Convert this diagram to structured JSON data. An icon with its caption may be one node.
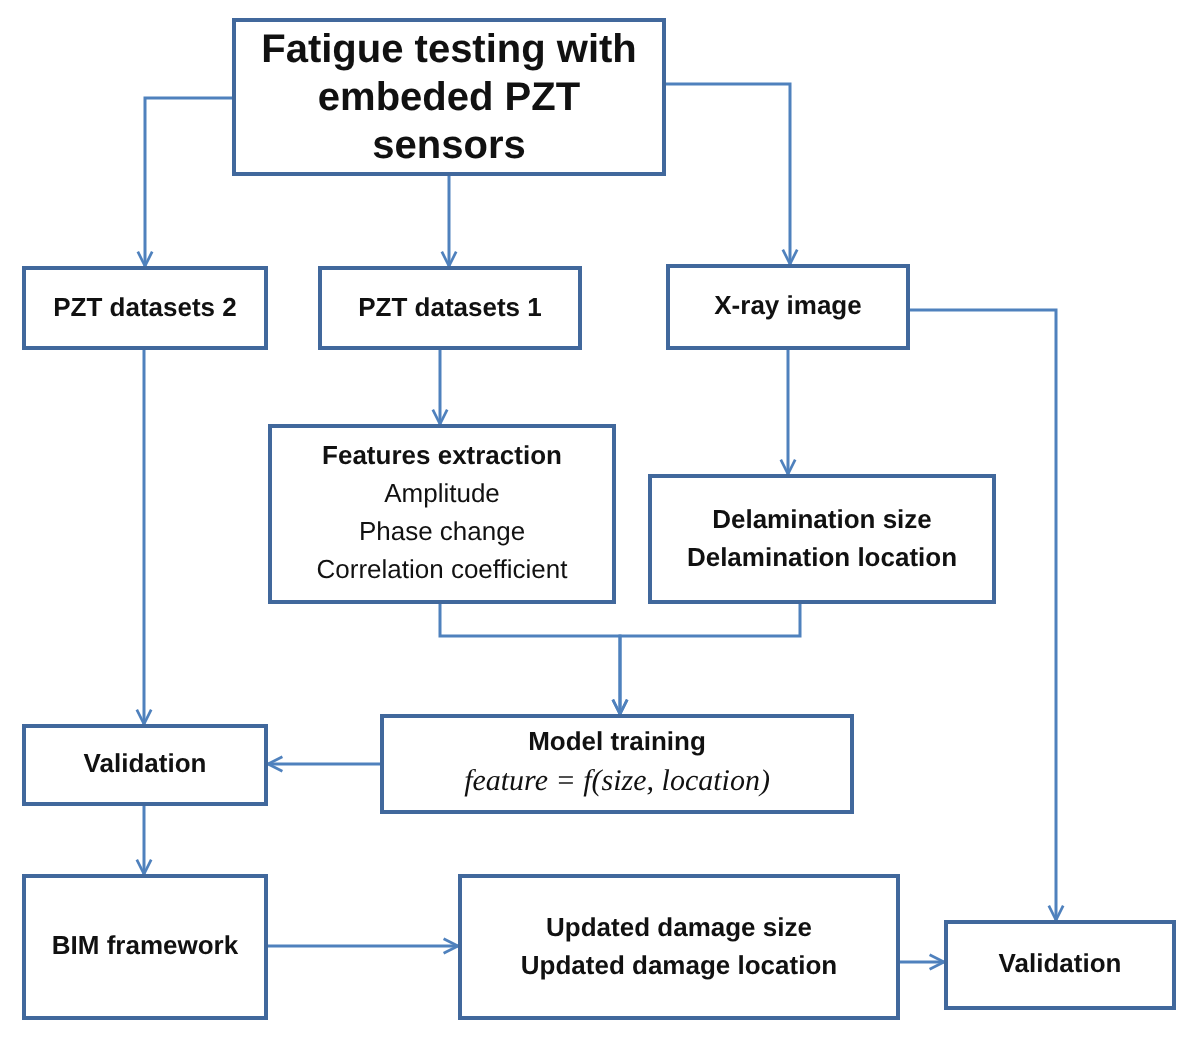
{
  "diagram": {
    "nodes": [
      {
        "text": [
          "Fatigue testing with embeded PZT sensors"
        ]
      },
      {
        "text": [
          "PZT datasets 2"
        ]
      },
      {
        "text": [
          "PZT datasets 1"
        ]
      },
      {
        "text": [
          "X-ray image"
        ]
      },
      {
        "text": [
          "Features extraction",
          "Amplitude",
          "Phase change",
          "Correlation coefficient"
        ]
      },
      {
        "text": [
          "Delamination size",
          "Delamination location"
        ]
      },
      {
        "text": [
          "Model training",
          "feature = f(size, location)"
        ]
      },
      {
        "text": [
          "Validation"
        ]
      },
      {
        "text": [
          "BIM framework"
        ]
      },
      {
        "text": [
          "Updated damage size",
          "Updated damage location"
        ]
      },
      {
        "text": [
          "Validation"
        ]
      }
    ],
    "edges": [
      {
        "from": 0,
        "to": 1,
        "arrow": "to"
      },
      {
        "from": 0,
        "to": 2,
        "arrow": "to"
      },
      {
        "from": 0,
        "to": 3,
        "arrow": "to"
      },
      {
        "from": 2,
        "to": 4,
        "arrow": "to"
      },
      {
        "from": 3,
        "to": 5,
        "arrow": "to"
      },
      {
        "from": 4,
        "to": 6,
        "arrow": "to"
      },
      {
        "from": 5,
        "to": 6,
        "arrow": "to"
      },
      {
        "from": 1,
        "to": 7,
        "arrow": "to"
      },
      {
        "from": 6,
        "to": 7,
        "arrow": "to"
      },
      {
        "from": 7,
        "to": 8,
        "arrow": "to"
      },
      {
        "from": 8,
        "to": 9,
        "arrow": "to"
      },
      {
        "from": 9,
        "to": 10,
        "arrow": "to"
      },
      {
        "from": 3,
        "to": 10,
        "arrow": "to"
      }
    ]
  }
}
